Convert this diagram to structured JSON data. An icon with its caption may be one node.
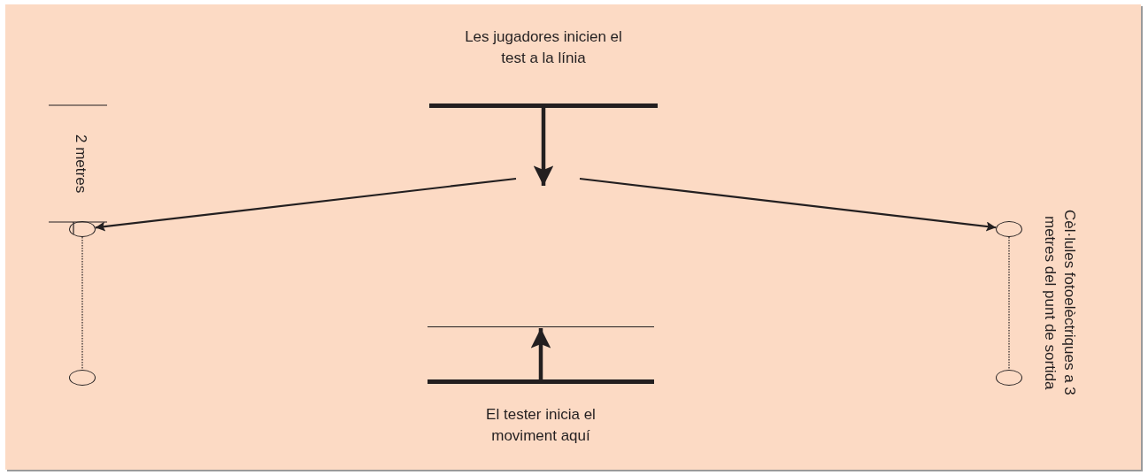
{
  "diagram": {
    "nodes": [
      {
        "text": [
          "Les jugadores inicien el test a la línia"
        ]
      },
      {
        "text": [],
        "shape": "circle"
      },
      {
        "text": [],
        "shape": "circle"
      },
      {
        "text": [],
        "shape": "bar"
      },
      {
        "text": [],
        "shape": "circle"
      },
      {
        "text": [],
        "shape": "circle"
      },
      {
        "text": [
          "El tester inicia el moviment aquí"
        ]
      }
    ],
    "edges": [
      {
        "from": 0,
        "to": null,
        "arrow": "to",
        "style": "thick"
      },
      {
        "from": null,
        "to": 1,
        "arrow": "to"
      },
      {
        "from": null,
        "to": 2,
        "arrow": "to"
      },
      {
        "from": 6,
        "to": 3,
        "arrow": "to",
        "style": "thick"
      },
      {
        "from": 1,
        "to": 4,
        "arrow": "none",
        "style": "dashed"
      },
      {
        "from": 2,
        "to": 5,
        "arrow": "none",
        "style": "dashed"
      }
    ],
    "labels": [
      "2 metres",
      "Cèl·lules fotoelèctriques a 3 metres del punt de sortida"
    ]
  }
}
